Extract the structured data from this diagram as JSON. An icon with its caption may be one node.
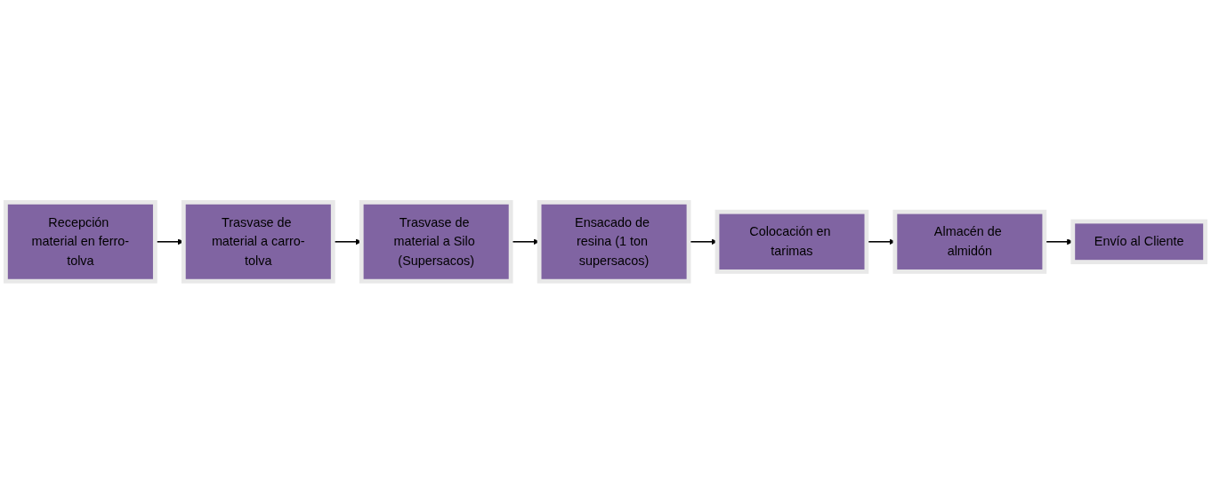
{
  "diagram": {
    "nodes": [
      {
        "text": [
          "Recepción material en ferro-tolva"
        ]
      },
      {
        "text": [
          "Trasvase de material a carro-tolva"
        ]
      },
      {
        "text": [
          "Trasvase de material a Silo (Supersacos)"
        ]
      },
      {
        "text": [
          "Ensacado de resina (1 ton supersacos)"
        ]
      },
      {
        "text": [
          "Colocación en tarimas"
        ]
      },
      {
        "text": [
          "Almacén de almidón"
        ]
      },
      {
        "text": [
          "Envío al Cliente"
        ]
      }
    ],
    "edges": [
      {
        "from": 0,
        "to": 1,
        "arrow": "to"
      },
      {
        "from": 1,
        "to": 2,
        "arrow": "to"
      },
      {
        "from": 2,
        "to": 3,
        "arrow": "to"
      },
      {
        "from": 3,
        "to": 4,
        "arrow": "to"
      },
      {
        "from": 4,
        "to": 5,
        "arrow": "to"
      },
      {
        "from": 5,
        "to": 6,
        "arrow": "to"
      }
    ]
  }
}
